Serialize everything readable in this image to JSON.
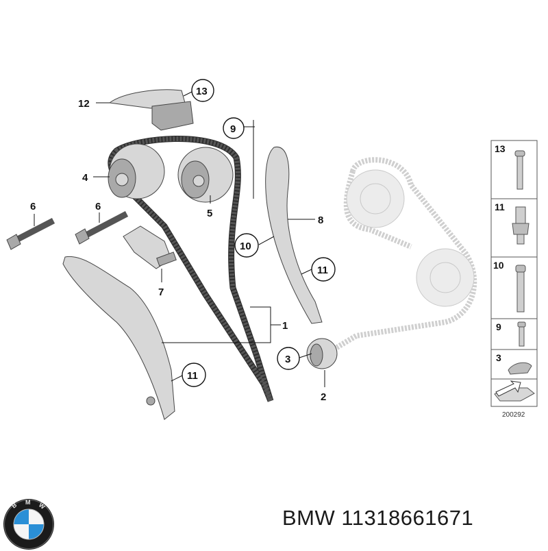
{
  "callouts": {
    "c12": "12",
    "c13": "13",
    "c9": "9",
    "c4": "4",
    "c6a": "6",
    "c6b": "6",
    "c5": "5",
    "c8": "8",
    "c10": "10",
    "c11a": "11",
    "c7": "7",
    "c1": "1",
    "c3": "3",
    "c11b": "11",
    "c2": "2"
  },
  "legend": {
    "items": [
      "13",
      "11",
      "10",
      "9",
      "3"
    ],
    "reference": "200292"
  },
  "brand": {
    "logo_letters": "BMW",
    "text": "BMW 11318661671"
  },
  "colors": {
    "part": "#d7d7d7",
    "chain": "#555555",
    "ghost": "#ececec",
    "logo_blue": "#2a8fd6"
  }
}
